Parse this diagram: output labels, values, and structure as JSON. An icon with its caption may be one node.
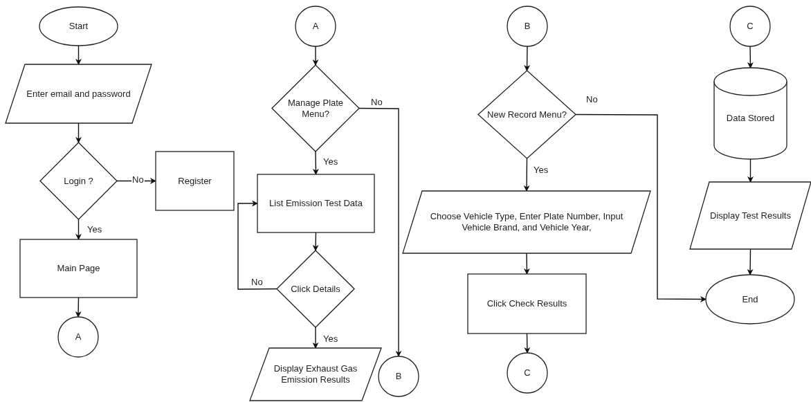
{
  "diagram": {
    "nodes": [
      {
        "text": [
          "Start"
        ]
      },
      {
        "text": [
          "Enter email and password"
        ]
      },
      {
        "text": [
          "Login ?"
        ]
      },
      {
        "text": [
          "Register"
        ]
      },
      {
        "text": [
          "Main Page"
        ]
      },
      {
        "text": [
          "A"
        ]
      },
      {
        "text": [
          "A"
        ]
      },
      {
        "text": [
          "Manage Plate Menu?"
        ]
      },
      {
        "text": [
          "List Emission Test Data"
        ]
      },
      {
        "text": [
          "Click Details"
        ]
      },
      {
        "text": [
          "Display Exhaust Gas Emission Results"
        ]
      },
      {
        "text": [
          "B"
        ]
      },
      {
        "text": [
          "B"
        ]
      },
      {
        "text": [
          "New Record Menu?"
        ]
      },
      {
        "text": [
          "Choose Vehicle Type, Enter Plate Number, Input Vehicle Brand, and Vehicle Year,"
        ]
      },
      {
        "text": [
          "Click Check Results"
        ]
      },
      {
        "text": [
          "C"
        ]
      },
      {
        "text": [
          "C"
        ]
      },
      {
        "text": [
          "Data Stored"
        ]
      },
      {
        "text": [
          "Display Test Results"
        ]
      },
      {
        "text": [
          "End"
        ]
      }
    ],
    "edges": [
      {
        "from": 0,
        "to": 1,
        "arrow": "to"
      },
      {
        "from": 1,
        "to": 2,
        "arrow": "to"
      },
      {
        "from": 2,
        "to": 3,
        "arrow": "to",
        "label": "No"
      },
      {
        "from": 2,
        "to": 4,
        "arrow": "to",
        "label": "Yes"
      },
      {
        "from": 4,
        "to": 5,
        "arrow": "to"
      },
      {
        "from": 6,
        "to": 7,
        "arrow": "to"
      },
      {
        "from": 7,
        "to": 8,
        "arrow": "to",
        "label": "Yes"
      },
      {
        "from": 7,
        "to": 11,
        "arrow": "to",
        "label": "No"
      },
      {
        "from": 8,
        "to": 9,
        "arrow": "to"
      },
      {
        "from": 9,
        "to": 8,
        "arrow": "to",
        "label": "No"
      },
      {
        "from": 9,
        "to": 10,
        "arrow": "to",
        "label": "Yes"
      },
      {
        "from": 12,
        "to": 13,
        "arrow": "to"
      },
      {
        "from": 13,
        "to": 14,
        "arrow": "to",
        "label": "Yes"
      },
      {
        "from": 13,
        "to": 20,
        "arrow": "to",
        "label": "No"
      },
      {
        "from": 14,
        "to": 15,
        "arrow": "to"
      },
      {
        "from": 15,
        "to": 16,
        "arrow": "to"
      },
      {
        "from": 17,
        "to": 18,
        "arrow": "to"
      },
      {
        "from": 18,
        "to": 19,
        "arrow": "to"
      },
      {
        "from": 19,
        "to": 20,
        "arrow": "to"
      }
    ]
  }
}
